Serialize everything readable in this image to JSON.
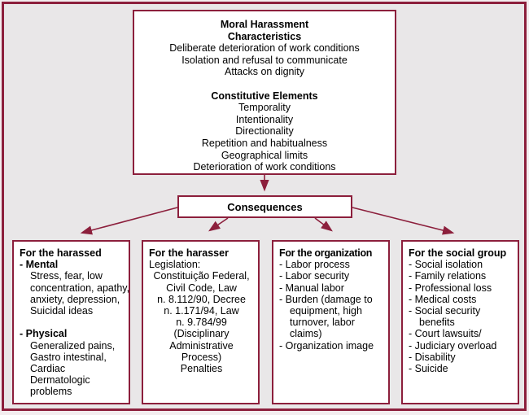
{
  "colors": {
    "accent": "#8c1f3c",
    "background": "#e9e7e8",
    "box_background": "#ffffff",
    "text": "#000000"
  },
  "top_box": {
    "lines": [
      {
        "t": "Moral Harassment",
        "b": 1
      },
      {
        "t": "Characteristics",
        "b": 1
      },
      {
        "t": "Deliberate deterioration of work conditions"
      },
      {
        "t": "Isolation and refusal to communicate"
      },
      {
        "t": "Attacks on dignity"
      },
      {
        "t": ""
      },
      {
        "t": "Constitutive Elements",
        "b": 1
      },
      {
        "t": "Temporality"
      },
      {
        "t": "Intentionality"
      },
      {
        "t": "Directionality"
      },
      {
        "t": "Repetition and habitualness"
      },
      {
        "t": "Geographical limits"
      },
      {
        "t": "Deterioration of work conditions"
      }
    ]
  },
  "consequences": {
    "label": "Consequences"
  },
  "bottom_boxes": [
    {
      "title": "For the harassed",
      "lines": [
        {
          "t": "For the harassed",
          "b": 1
        },
        {
          "t": "- Mental",
          "b": 1
        },
        {
          "t": "Stress, fear, low",
          "i": 1
        },
        {
          "t": "concentration, apathy,",
          "i": 1
        },
        {
          "t": "anxiety, depression,",
          "i": 1
        },
        {
          "t": "Suicidal ideas",
          "i": 1
        },
        {
          "t": ""
        },
        {
          "t": "- Physical",
          "b": 1
        },
        {
          "t": "Generalized pains,",
          "i": 1
        },
        {
          "t": "Gastro intestinal,",
          "i": 1
        },
        {
          "t": "Cardiac",
          "i": 1
        },
        {
          "t": "Dermatologic",
          "i": 1
        },
        {
          "t": "problems",
          "i": 1
        }
      ]
    },
    {
      "title": "For the harasser",
      "lines": [
        {
          "t": "For the harasser",
          "b": 1
        },
        {
          "t": "Legislation:"
        },
        {
          "t": "Constituição Federal,",
          "c": 1
        },
        {
          "t": "Civil Code, Law",
          "c": 1
        },
        {
          "t": "n. 8.112/90, Decree",
          "c": 1
        },
        {
          "t": "n. 1.171/94, Law",
          "c": 1
        },
        {
          "t": "n. 9.784/99",
          "c": 1
        },
        {
          "t": "(Disciplinary",
          "c": 1
        },
        {
          "t": "Administrative",
          "c": 1
        },
        {
          "t": "Process)",
          "c": 1
        },
        {
          "t": "Penalties",
          "c": 1
        }
      ]
    },
    {
      "title": "For the organization",
      "lines": [
        {
          "t": "For the organization",
          "b": 1,
          "tt": 1
        },
        {
          "t": "- Labor process"
        },
        {
          "t": "- Labor security"
        },
        {
          "t": "- Manual labor"
        },
        {
          "t": "- Burden (damage to"
        },
        {
          "t": "equipment, high",
          "i": 1
        },
        {
          "t": "turnover, labor",
          "i": 1
        },
        {
          "t": "claims)",
          "i": 1
        },
        {
          "t": "- Organization image"
        }
      ]
    },
    {
      "title": "For the social group",
      "lines": [
        {
          "t": "For the social group",
          "b": 1
        },
        {
          "t": "- Social isolation"
        },
        {
          "t": "- Family relations"
        },
        {
          "t": "- Professional loss"
        },
        {
          "t": "- Medical costs"
        },
        {
          "t": "- Social security"
        },
        {
          "t": "benefits",
          "i": 1
        },
        {
          "t": "- Court lawsuits/"
        },
        {
          "t": "- Judiciary overload"
        },
        {
          "t": "- Disability"
        },
        {
          "t": "- Suicide"
        }
      ]
    }
  ]
}
